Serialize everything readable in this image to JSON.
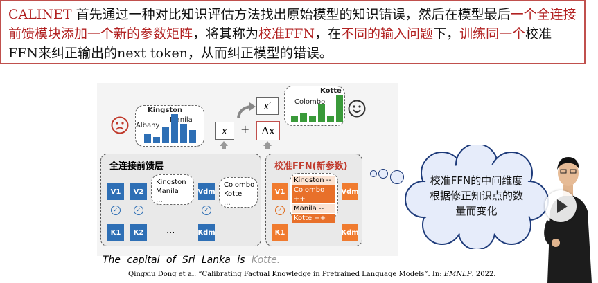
{
  "description": {
    "seg1": "CALINET",
    "seg2": " 首先通过一种对比知识评估方法找出原始模型的知识错误，然后在模型最后",
    "seg3": "一个全连接前馈模块添加一个新的参数矩阵",
    "seg4": "，将其称为",
    "seg5": "校准FFN",
    "seg6": "，在",
    "seg7": "不同的输入问题",
    "seg8": "下，",
    "seg9": "训练同一个",
    "seg10": "校准FFN来纠正输出的next token，从而纠正模型的错误。"
  },
  "diagram": {
    "left_chart": {
      "title": "Kingston",
      "labels": {
        "albany": "Albany",
        "manila": "Manila"
      },
      "values": [
        3,
        2,
        5,
        9,
        6,
        4
      ]
    },
    "right_chart": {
      "title": "Kotte",
      "labels": {
        "colombo": "Colombo"
      },
      "values": [
        2,
        3,
        2,
        6,
        2,
        9
      ]
    },
    "x_label": "x",
    "x_prime_label": "x′",
    "delta_label": "Δx",
    "plus": "+",
    "ffn_title": "全连接前馈层",
    "calib_title": "校准FFN(新参数)",
    "ffn_thought1": [
      "Kingston",
      "Manila",
      "..."
    ],
    "ffn_thought2": [
      "Colombo",
      "Kotte",
      "..."
    ],
    "calib_items": [
      "Kingston --",
      "Colombo ++",
      "Manila --",
      "Kotte ++"
    ],
    "dots": "...",
    "neurons_v": [
      "V1",
      "V2",
      "Vdm"
    ],
    "neurons_k": [
      "K1",
      "K2",
      "Kdm"
    ],
    "sentence": "The capital of Sri Lanka is ",
    "sentence_answer": "Kotte.",
    "citation_pre": "Qingxiu Dong et al. “Calibrating Factual Knowledge in Pretrained Language Models”. In: ",
    "citation_venue": "EMNLP",
    "citation_post": ". 2022."
  },
  "cloud_text": "校准FFN的中间维度根据修正知识点的数量而变化",
  "colors": {
    "accent_red": "#b22222",
    "blue": "#2e6fb5",
    "orange": "#f07b2f",
    "green": "#3a9a3a",
    "cloud_border": "#1e3b7a"
  }
}
